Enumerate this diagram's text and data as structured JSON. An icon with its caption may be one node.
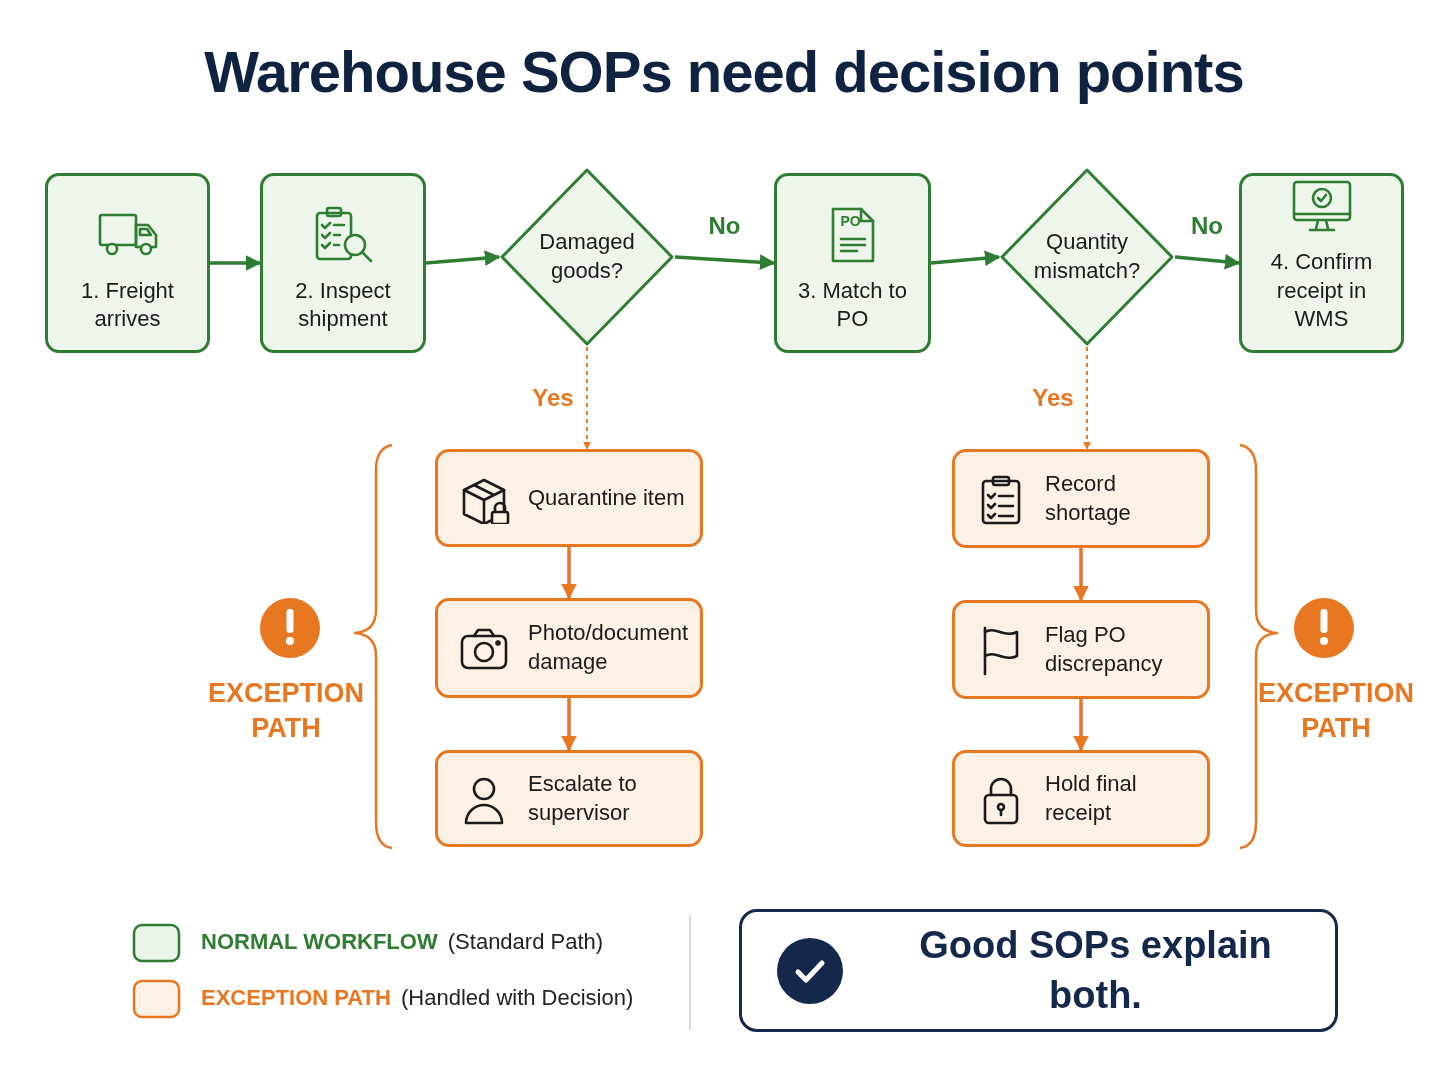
{
  "diagram": {
    "title": "Warehouse SOPs need decision points",
    "nodes": [
      {
        "text": [
          "1. Freight arrives"
        ]
      },
      {
        "text": [
          "2. Inspect shipment"
        ]
      },
      {
        "text": [
          "Damaged goods?"
        ]
      },
      {
        "text": [
          "3. Match to PO"
        ]
      },
      {
        "text": [
          "Quantity mismatch?"
        ]
      },
      {
        "text": [
          "4. Confirm receipt in WMS"
        ]
      },
      {
        "text": [
          "Quarantine item"
        ]
      },
      {
        "text": [
          "Photo/document damage"
        ]
      },
      {
        "text": [
          "Escalate to supervisor"
        ]
      },
      {
        "text": [
          "Record shortage"
        ]
      },
      {
        "text": [
          "Flag PO discrepancy"
        ]
      },
      {
        "text": [
          "Hold final receipt"
        ]
      },
      {
        "text": [
          "Good SOPs explain both."
        ]
      }
    ],
    "edges": [
      {
        "from": 0,
        "to": 1,
        "arrow": "to",
        "color": "#2e7d32"
      },
      {
        "from": 1,
        "to": 2,
        "arrow": "to",
        "color": "#2e7d32"
      },
      {
        "from": 2,
        "to": 3,
        "arrow": "to",
        "label": "No",
        "color": "#2e7d32"
      },
      {
        "from": 3,
        "to": 4,
        "arrow": "to",
        "color": "#2e7d32"
      },
      {
        "from": 4,
        "to": 5,
        "arrow": "to",
        "label": "No",
        "color": "#2e7d32"
      },
      {
        "from": 2,
        "to": 6,
        "arrow": "to",
        "label": "Yes",
        "style": "dashed",
        "color": "#e87722"
      },
      {
        "from": 6,
        "to": 7,
        "arrow": "to",
        "color": "#e87722"
      },
      {
        "from": 7,
        "to": 8,
        "arrow": "to",
        "color": "#e87722"
      },
      {
        "from": 4,
        "to": 9,
        "arrow": "to",
        "label": "Yes",
        "style": "dashed",
        "color": "#e87722"
      },
      {
        "from": 9,
        "to": 10,
        "arrow": "to",
        "color": "#e87722"
      },
      {
        "from": 10,
        "to": 11,
        "arrow": "to",
        "color": "#e87722"
      }
    ],
    "labels": [
      "PO",
      "EXCEPTION PATH",
      "EXCEPTION PATH"
    ],
    "legend": [
      {
        "text": "**NORMAL WORKFLOW** (Standard Path)",
        "color": "#eaf4e8"
      },
      {
        "text": "**EXCEPTION PATH** (Handled with Decision)",
        "color": "#fdf1e6"
      }
    ]
  }
}
